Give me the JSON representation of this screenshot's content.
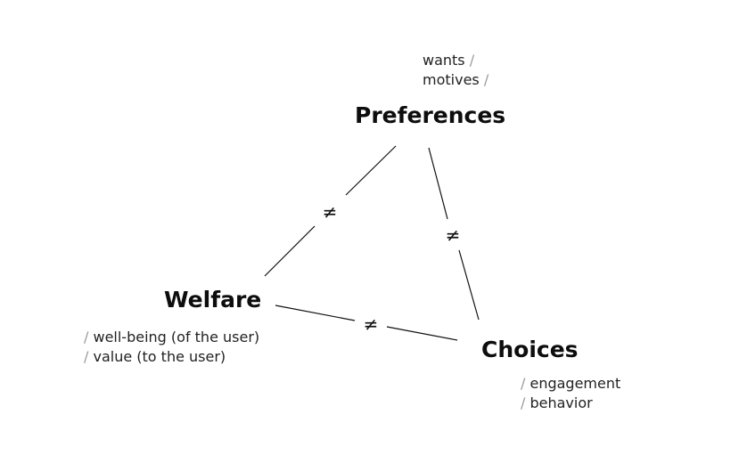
{
  "nodes": {
    "preferences": {
      "title": "Preferences",
      "notes": [
        "wants",
        "motives"
      ]
    },
    "welfare": {
      "title": "Welfare",
      "notes": [
        "well-being (of the user)",
        "value (to the user)"
      ]
    },
    "choices": {
      "title": "Choices",
      "notes": [
        "engagement",
        "behavior"
      ]
    }
  },
  "separator": "/",
  "edge_symbol": "≠",
  "edges": [
    {
      "from": "preferences",
      "to": "welfare",
      "label": "≠"
    },
    {
      "from": "preferences",
      "to": "choices",
      "label": "≠"
    },
    {
      "from": "welfare",
      "to": "choices",
      "label": "≠"
    }
  ]
}
